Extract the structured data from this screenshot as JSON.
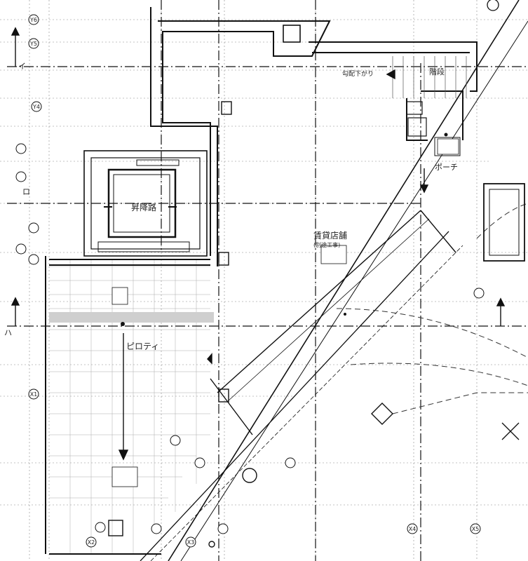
{
  "drawing": {
    "rooms": {
      "elevator": "昇降路",
      "retail": "賃貸店舗",
      "retail_note": "(別途工事)",
      "pilotis": "ピロティ",
      "porch": "ポーチ",
      "stairs": "階段",
      "ramp": "勾配下がり"
    },
    "grid_bubbles": [
      "Y4",
      "Y5",
      "Y6",
      "X1",
      "X2",
      "X3",
      "X4",
      "X5"
    ],
    "side_marks": [
      "ロ",
      "ハ",
      "イ"
    ]
  }
}
